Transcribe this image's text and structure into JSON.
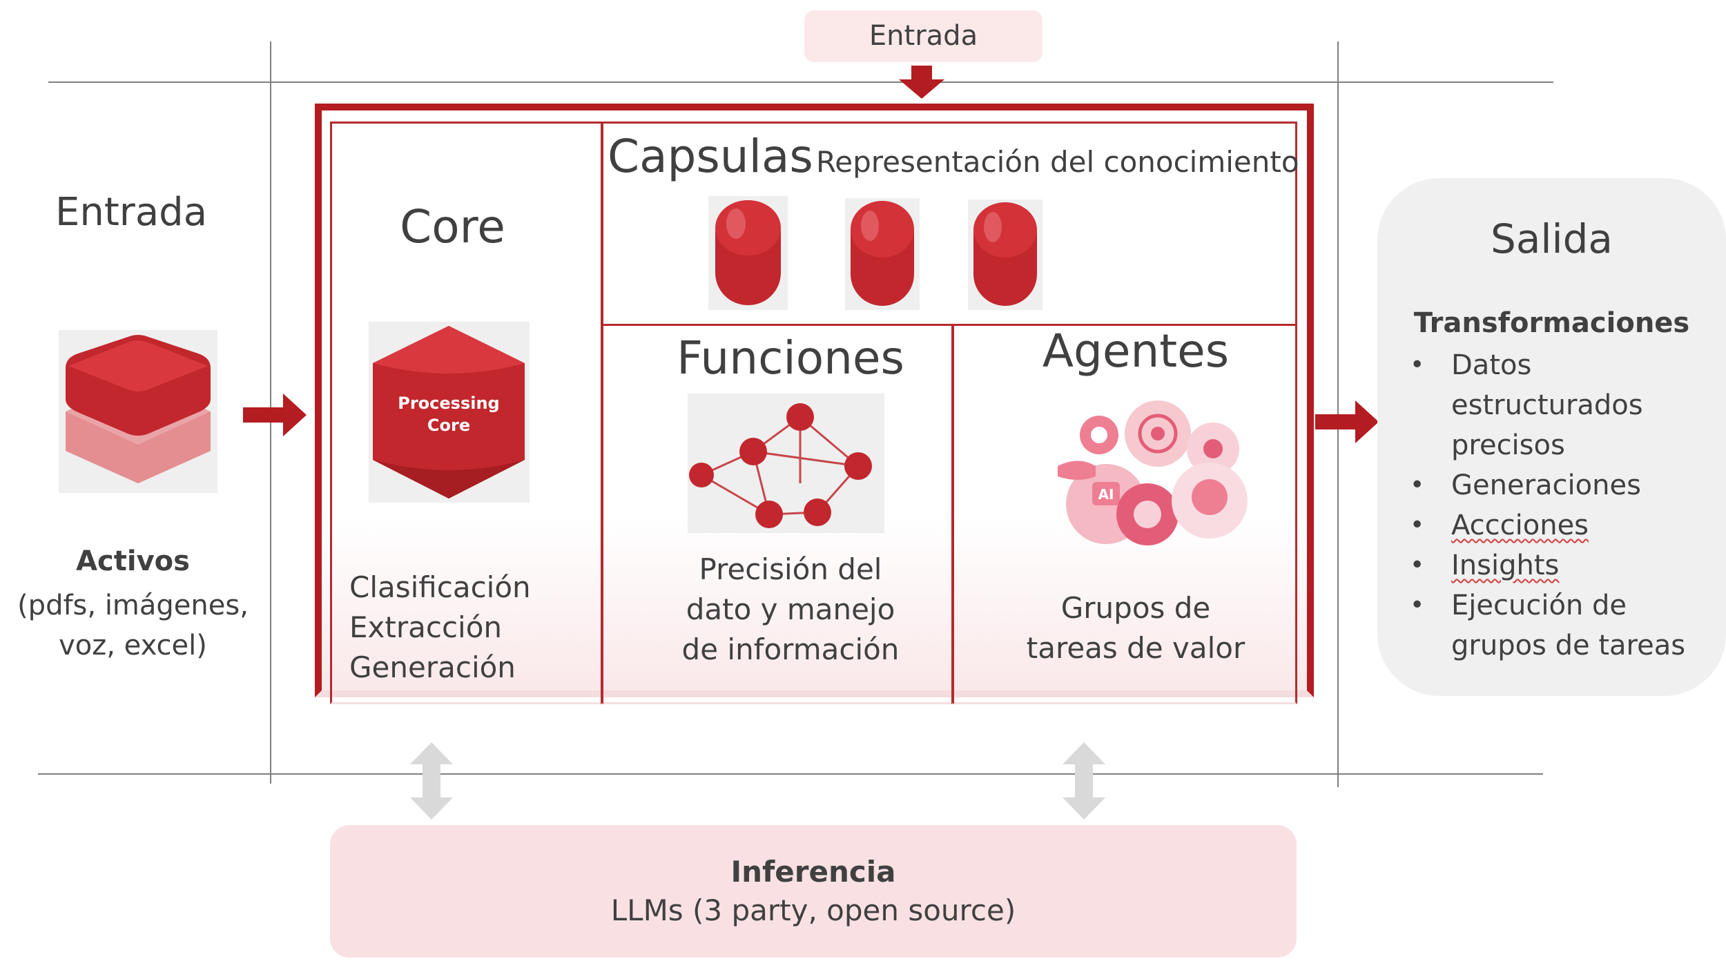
{
  "top_input_label": "Entrada",
  "left": {
    "title": "Entrada",
    "assets_title": "Activos",
    "assets_desc_lines": [
      "(pdfs, imágenes,",
      "voz, excel)"
    ]
  },
  "core": {
    "title": "Core",
    "icon_text_lines": [
      "Processing",
      "Core"
    ],
    "lines": [
      "Clasificación",
      "Extracción",
      "Generación"
    ]
  },
  "capsulas": {
    "title": "Capsulas",
    "subtitle": "Representación del conocimiento"
  },
  "funciones": {
    "title": "Funciones",
    "desc_lines": [
      "Precisión del",
      "dato y manejo",
      "de información"
    ]
  },
  "agentes": {
    "title": "Agentes",
    "desc_lines": [
      "Grupos de",
      "tareas de valor"
    ]
  },
  "salida": {
    "title": "Salida",
    "subtitle": "Transformaciones",
    "items": [
      "Datos estructurados precisos",
      "Generaciones",
      "Accciones",
      "Insights",
      "Ejecución de grupos de tareas"
    ]
  },
  "inferencia": {
    "title": "Inferencia",
    "desc": "LLMs (3 party, open source)"
  },
  "colors": {
    "accent_red": "#b31c20",
    "pink_fill": "#f9e1e3",
    "gray_fill": "#f0f0f0"
  }
}
